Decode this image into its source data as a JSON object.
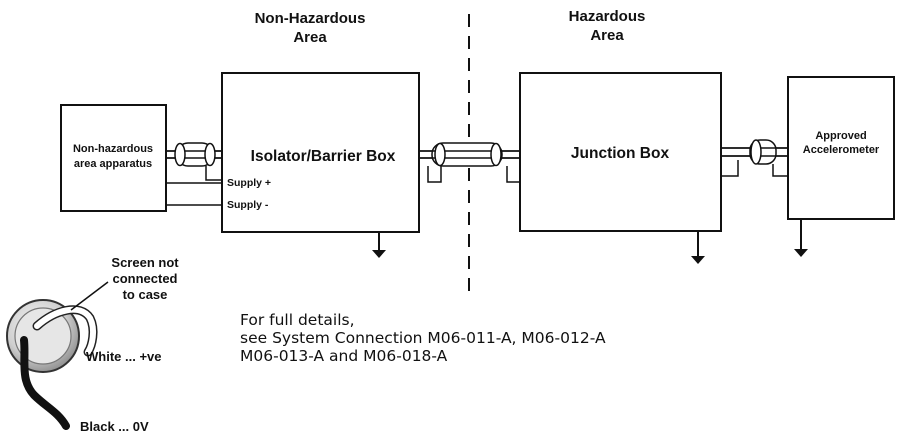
{
  "areas": {
    "non_hazardous": [
      "Non-Hazardous",
      "Area"
    ],
    "hazardous": [
      "Hazardous",
      "Area"
    ]
  },
  "boxes": {
    "apparatus": [
      "Non-hazardous",
      "area apparatus"
    ],
    "isolator": "Isolator/Barrier Box",
    "junction": "Junction Box",
    "accelerometer": [
      "Approved",
      "Accelerometer"
    ]
  },
  "supply": {
    "plus": "Supply +",
    "minus": "Supply -"
  },
  "cable_detail": {
    "screen_note": [
      "Screen not",
      "connected",
      "to case"
    ],
    "white": "White ... +ve",
    "black": "Black ... 0V"
  },
  "note": [
    "For full details,",
    "see System Connection M06-011-A, M06-012-A",
    "M06-013-A and M06-018-A"
  ]
}
